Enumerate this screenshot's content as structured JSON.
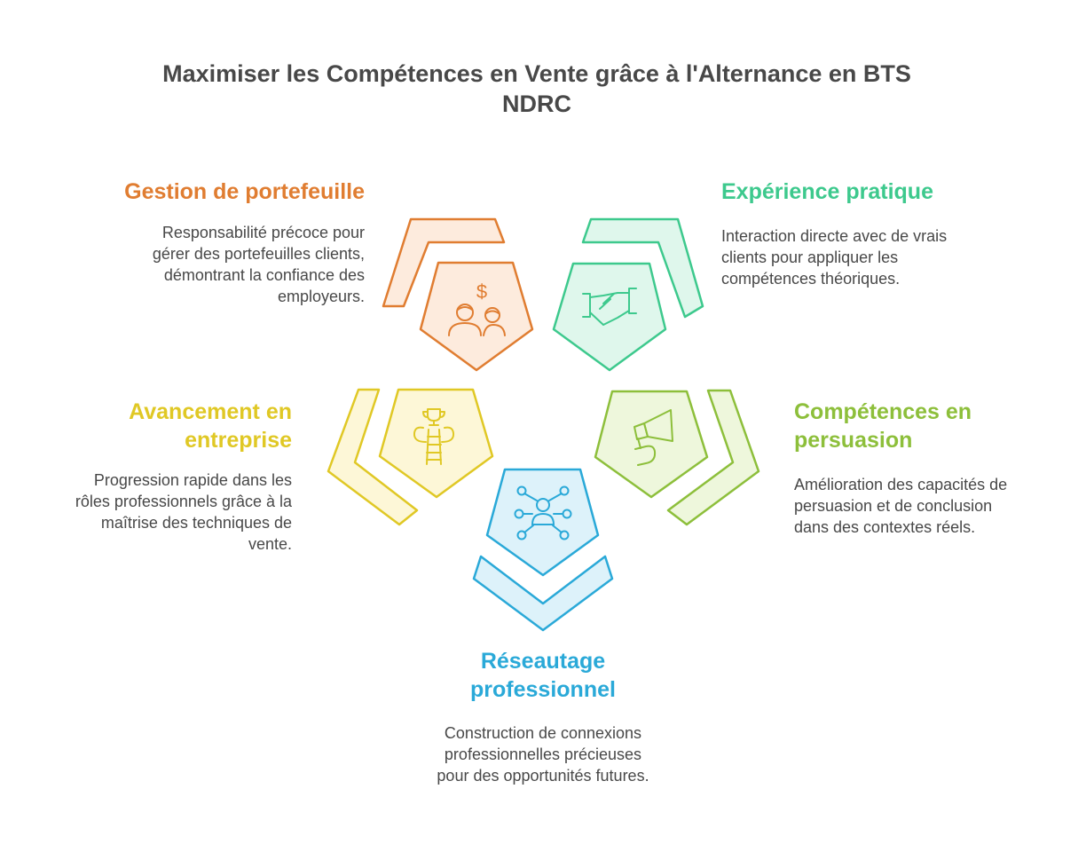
{
  "title": "Maximiser les Compétences en Vente grâce à l'Alternance en BTS\nNDRC",
  "sections": {
    "gestion": {
      "heading": "Gestion de portefeuille",
      "description": "Responsabilité précoce pour\ngérer des portefeuilles clients,\ndémontrant la confiance des\nemployeurs.",
      "color": "#E07D31",
      "fill": "#FDEBDD",
      "icon": "money-people-icon"
    },
    "experience": {
      "heading": "Expérience pratique",
      "description": "Interaction directe avec de vrais\nclients pour appliquer les\ncompétences théoriques.",
      "color": "#3DC98D",
      "fill": "#DFF7EC",
      "icon": "handshake-icon"
    },
    "avancement": {
      "heading": "Avancement en\nentreprise",
      "description": "Progression rapide dans les\nrôles professionnels grâce à la\nmaîtrise des techniques de\nvente.",
      "color": "#E0C825",
      "fill": "#FDF7D7",
      "icon": "trophy-ladder-icon"
    },
    "persuasion": {
      "heading": "Compétences en\npersuasion",
      "description": "Amélioration des capacités de\npersuasion et de conclusion\ndans des contextes réels.",
      "color": "#8DBF3B",
      "fill": "#EEF7DC",
      "icon": "megaphone-icon"
    },
    "reseautage": {
      "heading": "Réseautage\nprofessionnel",
      "description": "Construction de connexions\nprofessionnelles précieuses\npour des opportunités futures.",
      "color": "#2AA9D8",
      "fill": "#DDF2FA",
      "icon": "network-icon"
    }
  }
}
